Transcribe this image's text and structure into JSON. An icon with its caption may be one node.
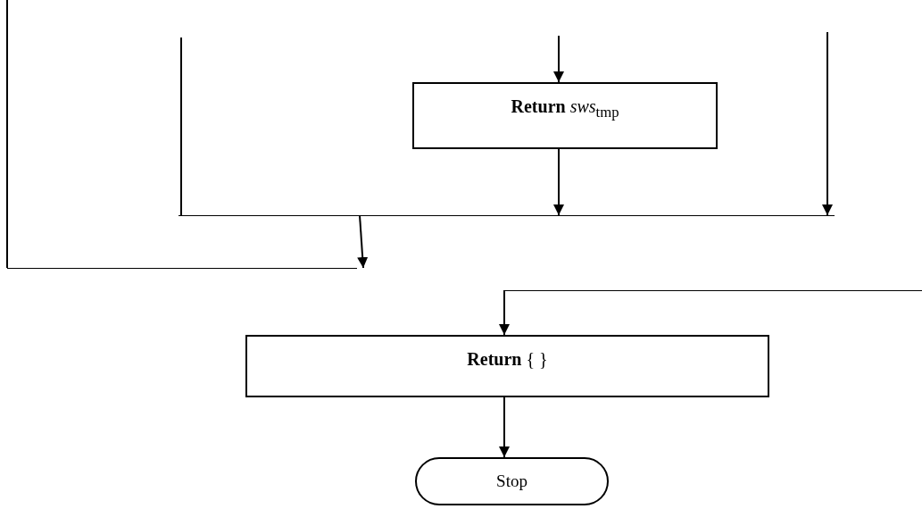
{
  "diagram": {
    "nodes": [
      {
        "text": [
          "**Return** *sws*$_{tmp}$"
        ]
      },
      {
        "text": [],
        "shape": "bar"
      },
      {
        "text": [],
        "shape": "bar"
      },
      {
        "text": [],
        "shape": "bar"
      },
      {
        "text": [
          "**Return** { }"
        ]
      },
      {
        "text": [
          "Stop"
        ]
      }
    ],
    "edges": [
      {
        "from": null,
        "to": 0,
        "arrow": "to"
      },
      {
        "from": 0,
        "to": 1,
        "arrow": "to"
      },
      {
        "from": null,
        "to": 1,
        "arrow": "to"
      },
      {
        "from": null,
        "to": 1,
        "arrow": "none"
      },
      {
        "from": 1,
        "to": 2,
        "arrow": "to"
      },
      {
        "from": null,
        "to": 2,
        "arrow": "none"
      },
      {
        "from": 3,
        "to": 4,
        "arrow": "to"
      },
      {
        "from": 4,
        "to": 5,
        "arrow": "to"
      }
    ]
  }
}
